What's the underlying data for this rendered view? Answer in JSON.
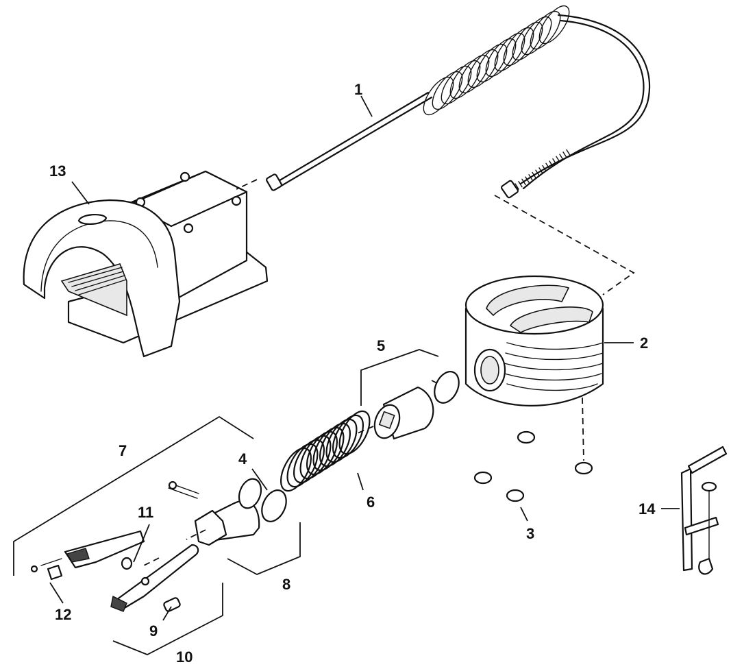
{
  "callouts": [
    {
      "id": "1",
      "label": "1"
    },
    {
      "id": "2",
      "label": "2"
    },
    {
      "id": "3",
      "label": "3"
    },
    {
      "id": "4",
      "label": "4"
    },
    {
      "id": "5",
      "label": "5"
    },
    {
      "id": "6",
      "label": "6"
    },
    {
      "id": "7",
      "label": "7"
    },
    {
      "id": "8",
      "label": "8"
    },
    {
      "id": "9",
      "label": "9"
    },
    {
      "id": "10",
      "label": "10"
    },
    {
      "id": "11",
      "label": "11"
    },
    {
      "id": "12",
      "label": "12"
    },
    {
      "id": "13",
      "label": "13"
    },
    {
      "id": "14",
      "label": "14"
    }
  ],
  "colors": {
    "ink": "#111111",
    "paper": "#ffffff"
  }
}
